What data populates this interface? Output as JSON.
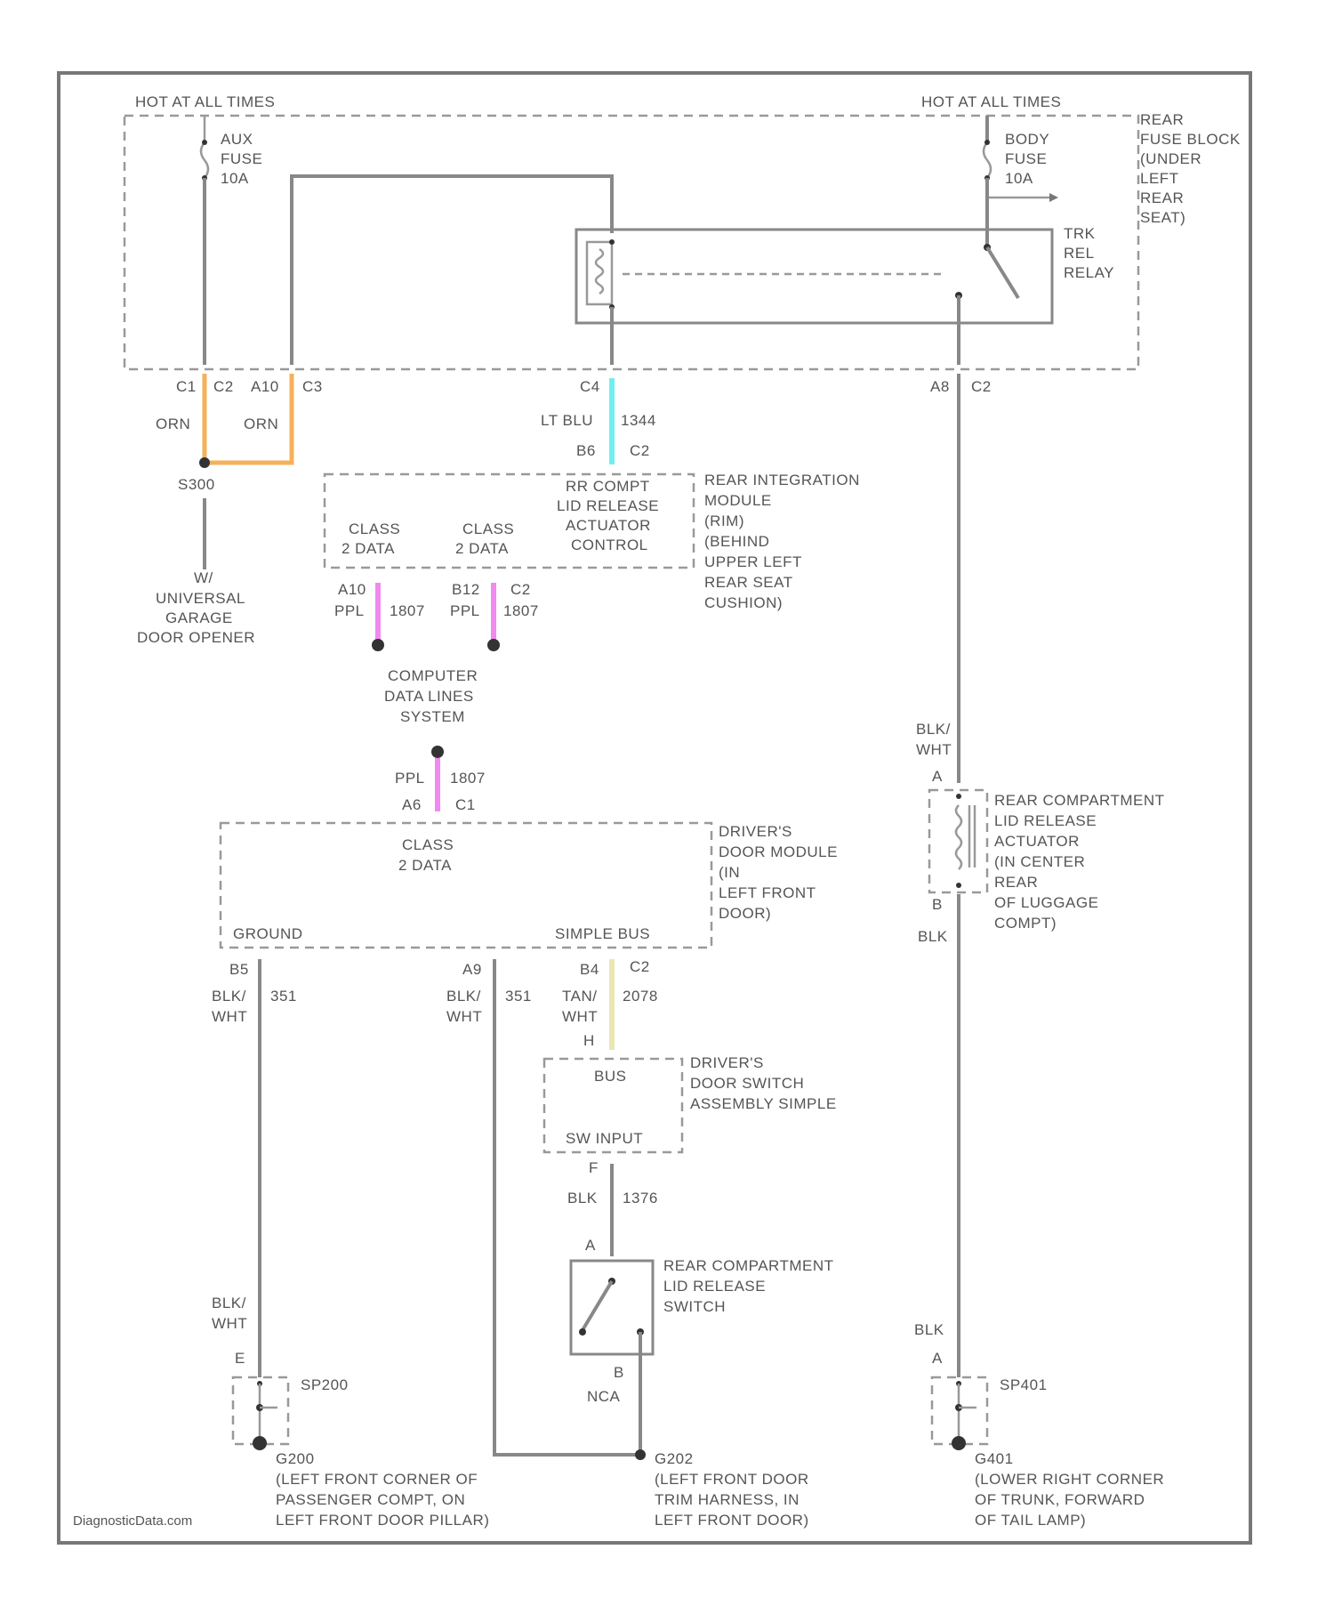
{
  "power": {
    "left_hot": "HOT AT ALL TIMES",
    "right_hot": "HOT AT ALL TIMES",
    "aux_fuse": [
      "AUX",
      "FUSE",
      "10A"
    ],
    "body_fuse": [
      "BODY",
      "FUSE",
      "10A"
    ],
    "fuse_block": [
      "REAR",
      "FUSE BLOCK",
      "(UNDER",
      "LEFT",
      "REAR",
      "SEAT)"
    ],
    "relay": [
      "TRK",
      "REL",
      "RELAY"
    ]
  },
  "connectors": {
    "c1": "C1",
    "c2_left": "C2",
    "a10": "A10",
    "c3": "C3",
    "c4": "C4",
    "a8": "A8",
    "c2_right": "C2",
    "b6": "B6",
    "c2_rim": "C2",
    "a10_pink": "A10",
    "b12": "B12",
    "c2_pink": "C2",
    "a6": "A6",
    "c1_ddm": "C1",
    "b5": "B5",
    "a9": "A9",
    "b4": "B4",
    "c2_yel": "C2",
    "h_pin": "H",
    "f_pin": "F",
    "a_switch": "A",
    "b_switch": "B",
    "a_act": "A",
    "b_act": "B",
    "e_pin": "E",
    "a_gnd": "A"
  },
  "wires": {
    "orn_left": "ORN",
    "orn_right": "ORN",
    "lt_blu": "LT BLU",
    "w1344": "1344",
    "ppl_left": "PPL",
    "w1807a": "1807",
    "ppl_right": "PPL",
    "w1807b": "1807",
    "ppl_mid": "PPL",
    "w1807c": "1807",
    "blk_wht_1": [
      "BLK/",
      "WHT"
    ],
    "w351a": "351",
    "blk_wht_2": [
      "BLK/",
      "WHT"
    ],
    "w351b": "351",
    "tan_wht": [
      "TAN/",
      "WHT"
    ],
    "w2078": "2078",
    "blk_1": "BLK",
    "w1376": "1376",
    "nca": "NCA",
    "blk_wht_3": [
      "BLK/",
      "WHT"
    ],
    "blk_wht_4": [
      "BLK/",
      "WHT"
    ],
    "blk_2": "BLK",
    "blk_3": "BLK",
    "splice_s300": "S300"
  },
  "components": {
    "garage": [
      "W/",
      "UNIVERSAL",
      "GARAGE",
      "DOOR OPENER"
    ],
    "rim_inner": [
      "RR COMPT",
      "LID RELEASE",
      "ACTUATOR",
      "CONTROL"
    ],
    "class2_a": [
      "CLASS",
      "2 DATA"
    ],
    "class2_b": [
      "CLASS",
      "2 DATA"
    ],
    "rim": [
      "REAR INTEGRATION",
      "MODULE",
      "(RIM)",
      "(BEHIND",
      "UPPER LEFT",
      "REAR SEAT",
      "CUSHION)"
    ],
    "cdls": [
      "COMPUTER",
      "DATA LINES",
      "SYSTEM"
    ],
    "ddm_class2": [
      "CLASS",
      "2 DATA"
    ],
    "ddm": [
      "DRIVER'S",
      "DOOR MODULE",
      "(IN",
      "LEFT FRONT",
      "DOOR)"
    ],
    "ddm_ground": "GROUND",
    "ddm_simple": "SIMPLE BUS",
    "dsa_bus": "BUS",
    "dsa_input": "SW INPUT",
    "dsa": [
      "DRIVER'S",
      "DOOR SWITCH",
      "ASSEMBLY SIMPLE"
    ],
    "switch": [
      "REAR COMPARTMENT",
      "LID RELEASE",
      "SWITCH"
    ],
    "actuator": [
      "REAR COMPARTMENT",
      "LID RELEASE",
      "ACTUATOR",
      "(IN CENTER",
      "REAR",
      "OF LUGGAGE",
      "COMPT)"
    ],
    "sp200": "SP200",
    "g200": [
      "G200",
      "(LEFT FRONT CORNER OF",
      "PASSENGER COMPT, ON",
      "LEFT FRONT DOOR PILLAR)"
    ],
    "g202": [
      "G202",
      "(LEFT FRONT DOOR",
      "TRIM HARNESS, IN",
      "LEFT FRONT DOOR)"
    ],
    "sp401": "SP401",
    "g401": [
      "G401",
      "(LOWER RIGHT CORNER",
      "OF TRUNK, FORWARD",
      "OF TAIL LAMP)"
    ]
  },
  "watermark": "DiagnosticData.com",
  "colors": {
    "orange_wire": "#f5b15a",
    "lt_blue_wire": "#6ff0f0",
    "purple_wire": "#f08af0",
    "tan_wire": "#e9e6b3"
  }
}
